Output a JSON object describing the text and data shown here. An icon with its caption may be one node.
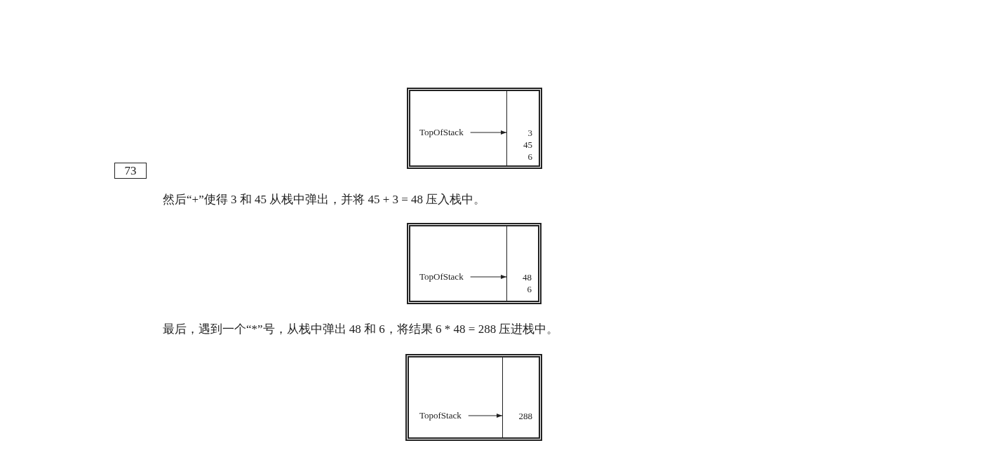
{
  "diagram": {
    "nodes": [
      {
        "text": [],
        "shape": "box"
      },
      {
        "text": [
          "TopOfStack"
        ],
        "in": 0
      },
      {
        "text": [
          "3",
          "45",
          "6"
        ],
        "in": 0
      },
      {
        "text": [],
        "shape": "box"
      },
      {
        "text": [
          "TopOfStack"
        ],
        "in": 3
      },
      {
        "text": [
          "48",
          "6"
        ],
        "in": 3
      },
      {
        "text": [],
        "shape": "box"
      },
      {
        "text": [
          "TopofStack"
        ],
        "in": 6
      },
      {
        "text": [
          "288"
        ],
        "in": 6
      }
    ],
    "edges": [
      {
        "from": 1,
        "to": 2,
        "arrow": "to"
      },
      {
        "from": 4,
        "to": 5,
        "arrow": "to"
      },
      {
        "from": 7,
        "to": 8,
        "arrow": "to"
      }
    ],
    "labels": [
      "73",
      "然后“+”使得 3 和 45 从栈中弹出，并将 45 + 3 = 48 压入栈中。",
      "最后，遇到一个“*”号，从栈中弹出 48 和 6，将结果 6 * 48 = 288 压进栈中。"
    ]
  }
}
